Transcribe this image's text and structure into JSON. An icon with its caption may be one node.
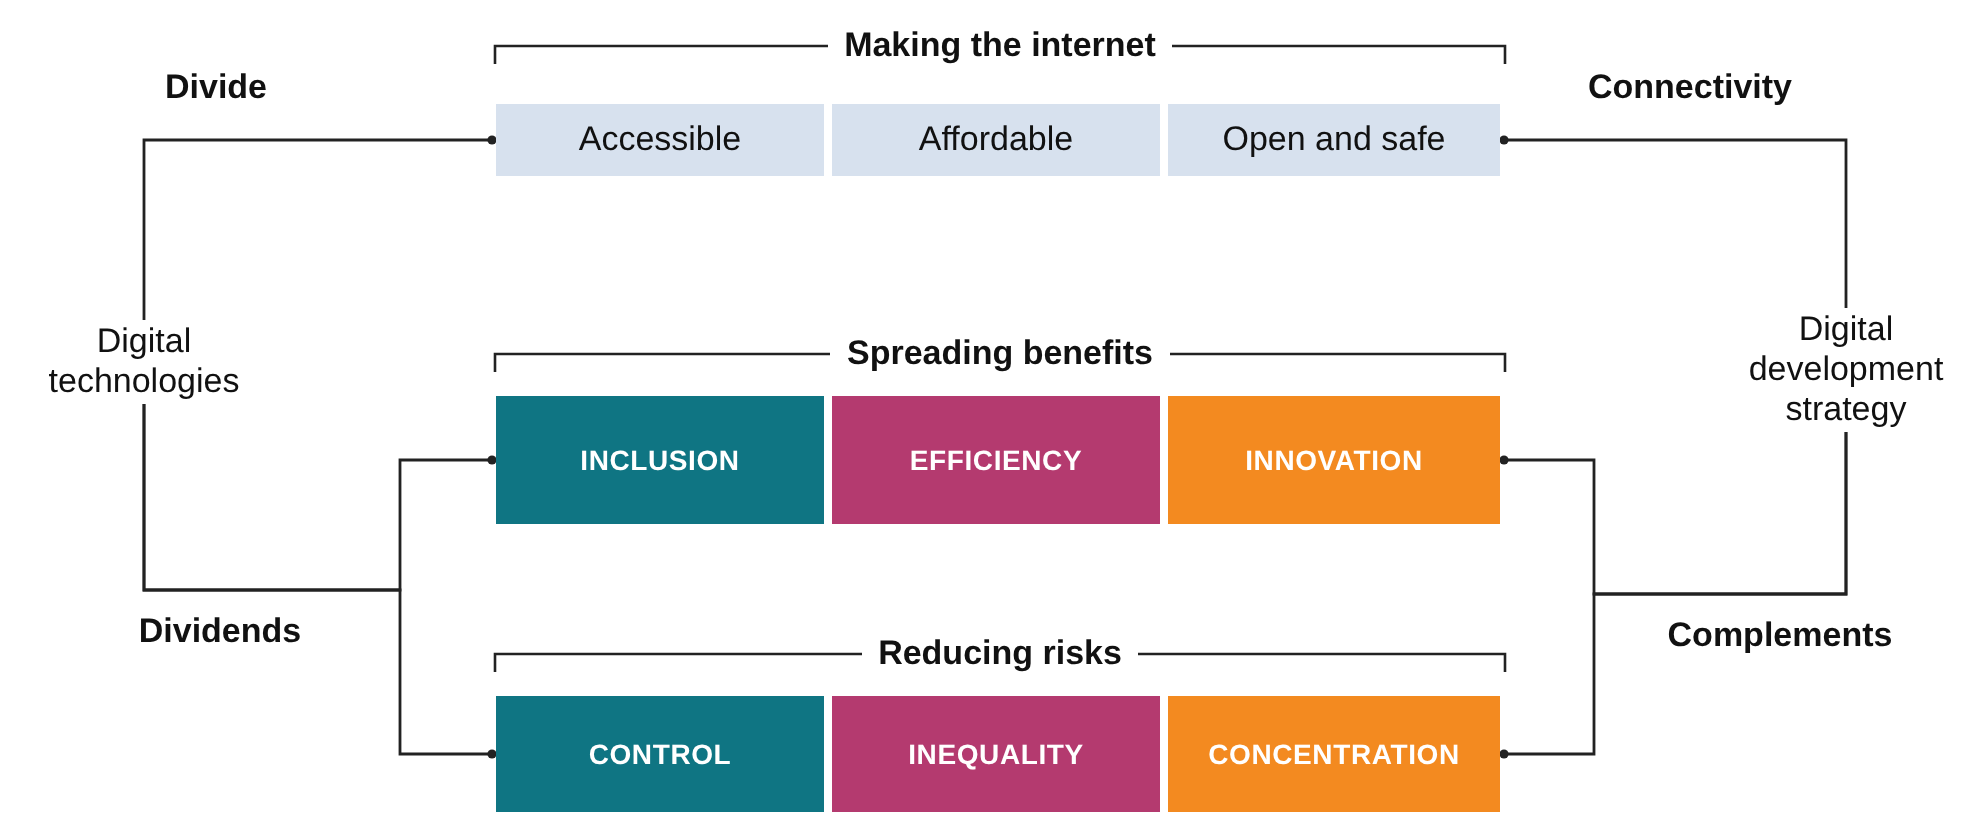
{
  "diagram": {
    "nodes": [
      {
        "text": [
          "Accessible"
        ]
      },
      {
        "text": [
          "Affordable"
        ]
      },
      {
        "text": [
          "Open and safe"
        ]
      },
      {
        "text": [
          "INCLUSION"
        ]
      },
      {
        "text": [
          "EFFICIENCY"
        ]
      },
      {
        "text": [
          "INNOVATION"
        ]
      },
      {
        "text": [
          "CONTROL"
        ]
      },
      {
        "text": [
          "INEQUALITY"
        ]
      },
      {
        "text": [
          "CONCENTRATION"
        ]
      },
      {
        "text": [
          "Digital technologies"
        ]
      },
      {
        "text": [
          "Digital development strategy"
        ]
      }
    ],
    "edges": [
      {
        "from": 9,
        "to": 0,
        "arrow": "other",
        "label": "Divide"
      },
      {
        "from": 9,
        "to": 3,
        "arrow": "other",
        "label": "Dividends"
      },
      {
        "from": 9,
        "to": 6,
        "arrow": "other"
      },
      {
        "from": 10,
        "to": 2,
        "arrow": "other",
        "label": "Connectivity"
      },
      {
        "from": 10,
        "to": 5,
        "arrow": "other",
        "label": "Complements"
      },
      {
        "from": 10,
        "to": 8,
        "arrow": "other"
      }
    ],
    "labels": [
      "Making the internet",
      "Spreading benefits",
      "Reducing risks"
    ]
  }
}
